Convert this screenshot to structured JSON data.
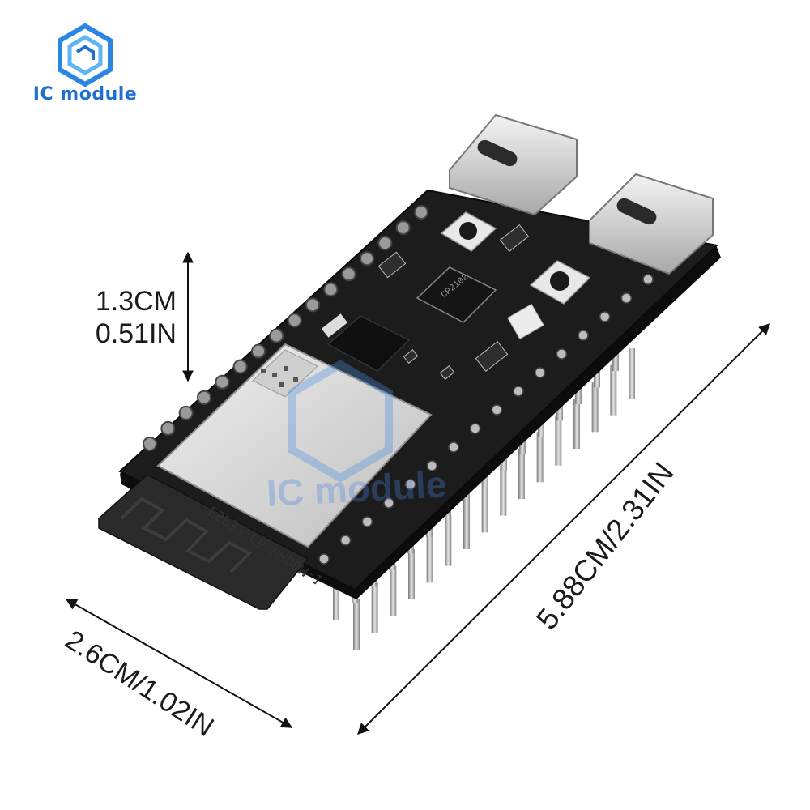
{
  "brand": {
    "name": "IC module",
    "logo_icon": "hexagon-logo-icon",
    "color": "#1f6fd1"
  },
  "dimensions": {
    "height_cm": "1.3CM",
    "height_in": "0.51IN",
    "width": "2.6CM/1.02IN",
    "length": "5.88CM/2.31IN"
  },
  "watermark": {
    "text": "IC module"
  },
  "board": {
    "module_label": "ESP32-C6-WROOM-1",
    "chip_label": "CP2102",
    "pcb_color": "#1c1c1c",
    "shield_color": "#d8d8d8",
    "usb_ports": 2,
    "buttons": 2,
    "pins_per_row": 16
  }
}
